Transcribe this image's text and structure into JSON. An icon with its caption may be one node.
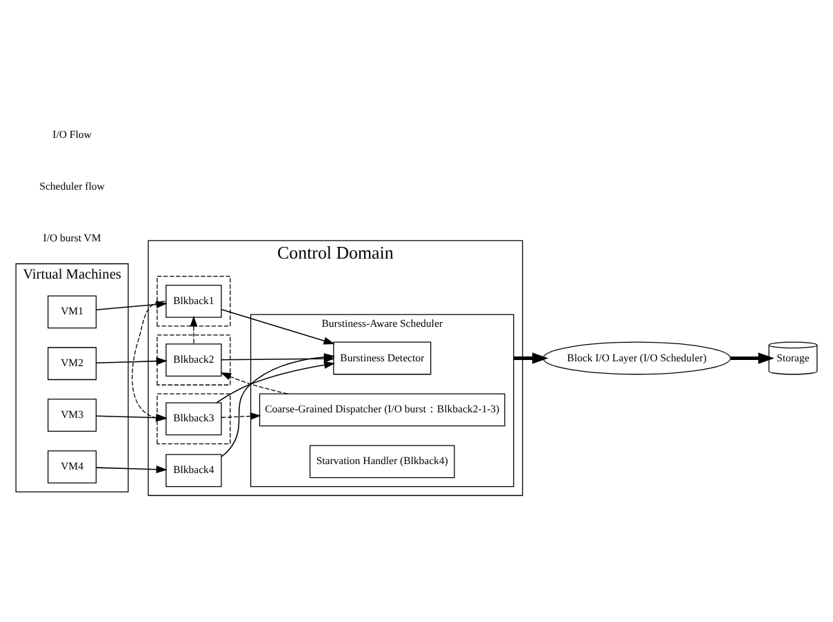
{
  "diagram": {
    "nodes": [
      {
        "text": [
          "Virtual Machines"
        ]
      },
      {
        "text": [
          "VM1"
        ],
        "in": 0
      },
      {
        "text": [
          "VM2"
        ],
        "in": 0
      },
      {
        "text": [
          "VM3"
        ],
        "in": 0
      },
      {
        "text": [
          "VM4"
        ],
        "in": 0
      },
      {
        "text": [
          "Control Domain"
        ]
      },
      {
        "text": [],
        "shape": "box",
        "in": 5
      },
      {
        "text": [],
        "shape": "box",
        "in": 5
      },
      {
        "text": [],
        "shape": "box",
        "in": 5
      },
      {
        "text": [
          "Blkback1"
        ],
        "in": 6
      },
      {
        "text": [
          "Blkback2"
        ],
        "in": 7
      },
      {
        "text": [
          "Blkback3"
        ],
        "in": 8
      },
      {
        "text": [
          "Blkback4"
        ],
        "in": 5
      },
      {
        "text": [
          "Burstiness-Aware Scheduler"
        ],
        "in": 5
      },
      {
        "text": [
          "Burstiness Detector"
        ],
        "in": 13
      },
      {
        "text": [
          "Coarse-Grained Dispatcher (I/O burst：Blkback2-1-3)"
        ],
        "in": 13
      },
      {
        "text": [
          "Starvation Handler (Blkback4)"
        ],
        "in": 13
      },
      {
        "text": [
          "Block I/O Layer (I/O Scheduler)"
        ]
      },
      {
        "text": [
          "Storage"
        ]
      }
    ],
    "edges": [
      {
        "from": 1,
        "to": 9,
        "arrow": "to"
      },
      {
        "from": 2,
        "to": 10,
        "arrow": "to"
      },
      {
        "from": 3,
        "to": 11,
        "arrow": "to"
      },
      {
        "from": 4,
        "to": 12,
        "arrow": "to"
      },
      {
        "from": 9,
        "to": 14,
        "arrow": "to"
      },
      {
        "from": 10,
        "to": 14,
        "arrow": "to"
      },
      {
        "from": 11,
        "to": 14,
        "arrow": "to"
      },
      {
        "from": 12,
        "to": 14,
        "arrow": "to"
      },
      {
        "from": 7,
        "to": 6,
        "arrow": "to",
        "style": "dashed"
      },
      {
        "from": 6,
        "to": 8,
        "arrow": "to",
        "style": "dashed"
      },
      {
        "from": 15,
        "to": 10,
        "arrow": "to",
        "style": "dashed"
      },
      {
        "from": 11,
        "to": 15,
        "arrow": "to",
        "style": "dashed"
      },
      {
        "from": 13,
        "to": 17,
        "arrow": "to",
        "style": "thick"
      },
      {
        "from": 17,
        "to": 18,
        "arrow": "to",
        "style": "thick"
      }
    ],
    "legend": [
      {
        "text": "I/O Flow"
      },
      {
        "text": "Scheduler flow"
      },
      {
        "text": "I/O burst VM"
      }
    ]
  }
}
